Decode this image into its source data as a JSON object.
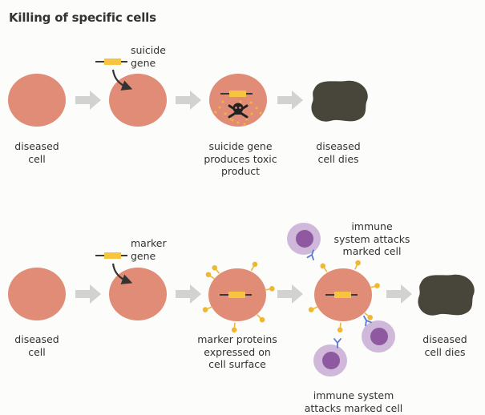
{
  "title": "Killing of specific cells",
  "colors": {
    "cell": "#e08c77",
    "dead_cell": "#48463a",
    "arrow": "#d2d2d0",
    "gene_bar": "#f7c43f",
    "gene_line": "#3a3a3a",
    "immune_outer": "#cfb8d9",
    "immune_nucleus": "#8e59a0",
    "antibody": "#5a78d6",
    "marker": "#eeb832",
    "toxin": "#f2b735"
  },
  "top_row": {
    "gene_label": "suicide\ngene",
    "labels": [
      "diseased\ncell",
      "suicide gene\nproduces toxic\nproduct",
      "diseased\ncell dies"
    ]
  },
  "bottom_row": {
    "gene_label": "marker\ngene",
    "labels": [
      "diseased\ncell",
      "marker proteins\nexpressed on\ncell surface",
      "immune\nsystem attacks\nmarked cell",
      "immune system\nattacks marked cell",
      "diseased\ncell dies"
    ]
  }
}
